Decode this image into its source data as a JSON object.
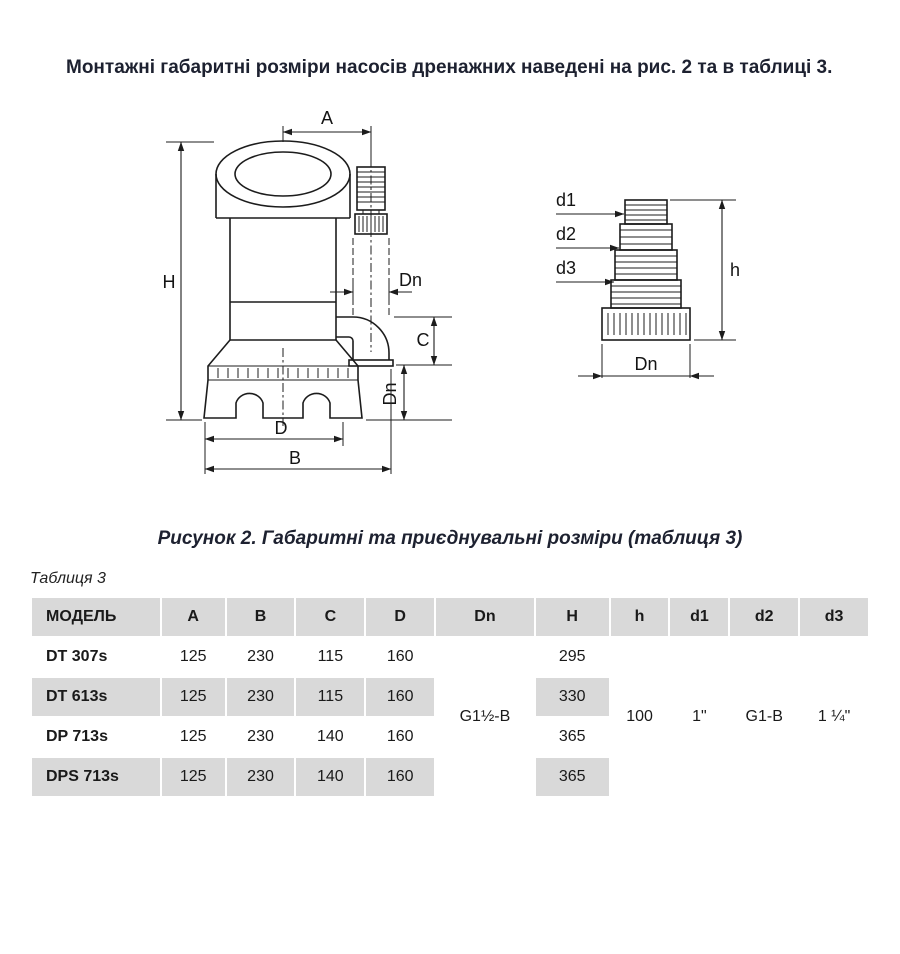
{
  "page": {
    "intro_text": "Монтажні габаритні розміри насосів дренажних наведені на рис. 2 та в таблиці 3.",
    "figure_caption": "Рисунок 2. Габаритні та приєднувальні розміри (таблиця 3)",
    "table_label": "Таблиця 3"
  },
  "dims": {
    "a": "A",
    "h_big": "H",
    "dn": "Dn",
    "c": "C",
    "d": "D",
    "b": "B",
    "d1": "d1",
    "d2": "d2",
    "d3": "d3",
    "h_small": "h"
  },
  "table": {
    "headers": [
      "МОДЕЛЬ",
      "A",
      "B",
      "C",
      "D",
      "Dn",
      "H",
      "h",
      "d1",
      "d2",
      "d3"
    ],
    "merged": {
      "Dn": "G1½-B",
      "h": "100",
      "d1": "1\"",
      "d2": "G1-B",
      "d3": "1 ¼\""
    },
    "rows": [
      {
        "model": "DT 307s",
        "A": "125",
        "B": "230",
        "C": "115",
        "D": "160",
        "H": "295"
      },
      {
        "model": "DT 613s",
        "A": "125",
        "B": "230",
        "C": "115",
        "D": "160",
        "H": "330"
      },
      {
        "model": "DP 713s",
        "A": "125",
        "B": "230",
        "C": "140",
        "D": "160",
        "H": "365"
      },
      {
        "model": "DPS 713s",
        "A": "125",
        "B": "230",
        "C": "140",
        "D": "160",
        "H": "365"
      }
    ]
  },
  "colors": {
    "table_shade": "#d9d9d9",
    "text": "#1d2130",
    "line": "#1c1c1c"
  }
}
